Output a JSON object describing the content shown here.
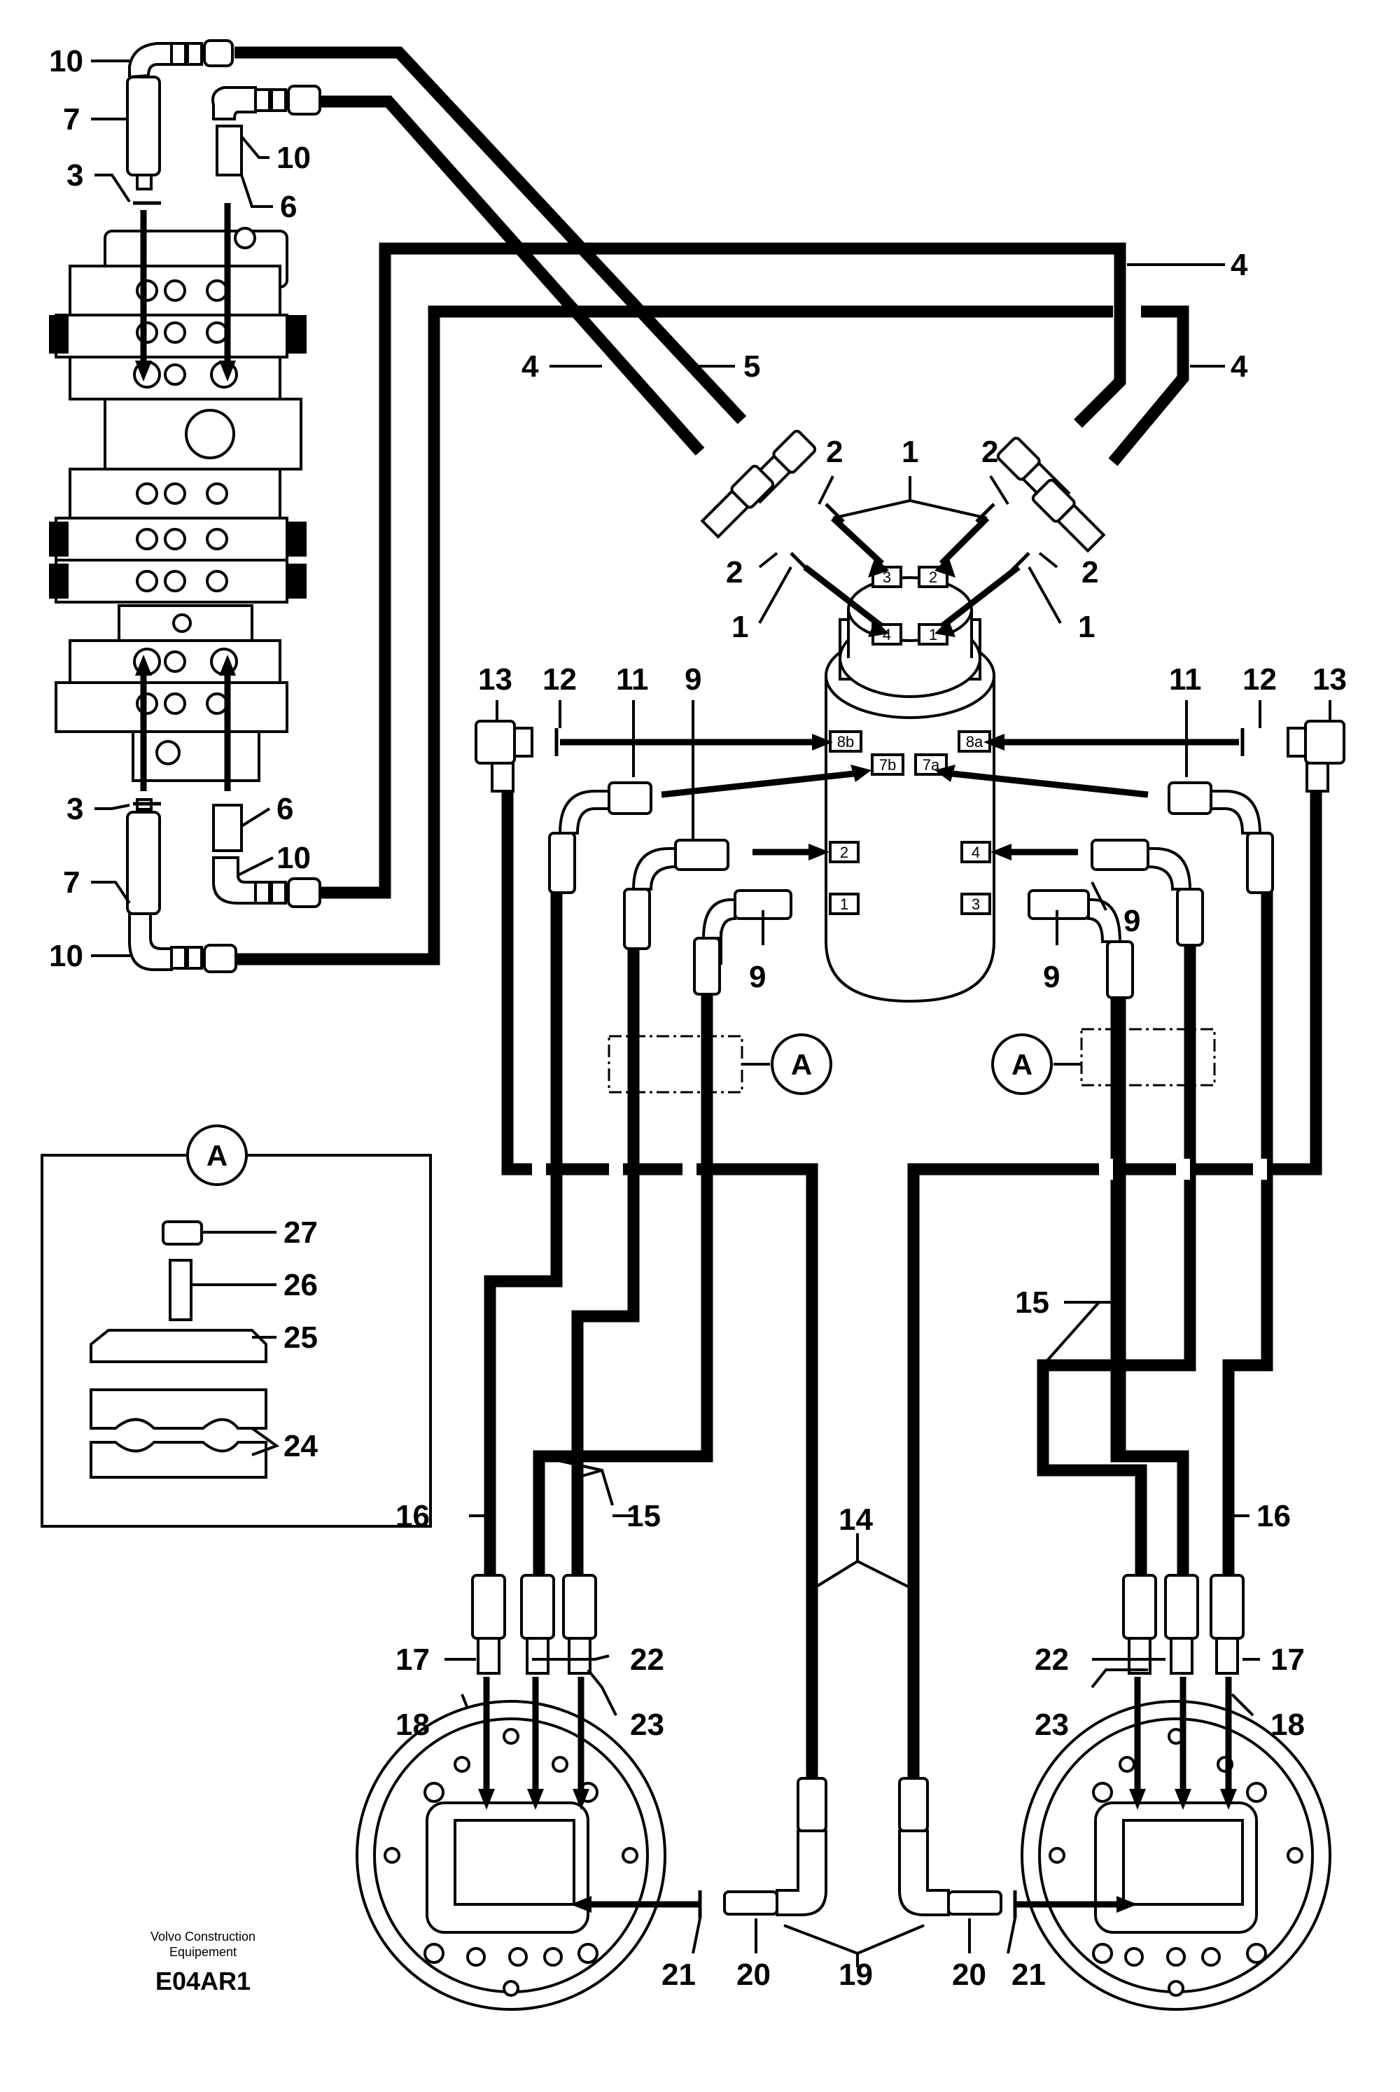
{
  "diagram": {
    "callouts": {
      "c10_a": "10",
      "c7_a": "7",
      "c3_a": "3",
      "c10_b": "10",
      "c6_a": "6",
      "c4_a": "4",
      "c5": "5",
      "c4_b": "4",
      "c4_c": "4",
      "c2_a": "2",
      "c1_a": "1",
      "c2_b": "2",
      "c2_c": "2",
      "c2_d": "2",
      "c1_b": "1",
      "c1_c": "1",
      "c13_a": "13",
      "c12_a": "12",
      "c11_a": "11",
      "c9_a": "9",
      "c11_b": "11",
      "c12_b": "12",
      "c13_b": "13",
      "c3_b": "3",
      "c6_b": "6",
      "c7_b": "7",
      "c10_c": "10",
      "c10_d": "10",
      "c9_b": "9",
      "c9_c": "9",
      "c9_d": "9",
      "c27": "27",
      "c26": "26",
      "c25": "25",
      "c24": "24",
      "c15_a": "15",
      "c15_b": "15",
      "c16_a": "16",
      "c16_b": "16",
      "c14": "14",
      "c17_a": "17",
      "c22_a": "22",
      "c18_a": "18",
      "c23_a": "23",
      "c22_b": "22",
      "c17_b": "17",
      "c23_b": "23",
      "c18_b": "18",
      "c21_a": "21",
      "c20_a": "20",
      "c19": "19",
      "c20_b": "20",
      "c21_b": "21"
    },
    "ports": {
      "p3": "3",
      "p2": "2",
      "p4": "4",
      "p1": "1",
      "p8b": "8b",
      "p8a": "8a",
      "p7b": "7b",
      "p7a": "7a",
      "p2b": "2",
      "p4b": "4",
      "p1b": "1",
      "p3b": "3"
    },
    "detail_markers": {
      "a_left": "A",
      "a_right": "A",
      "a_inset": "A"
    },
    "footer": {
      "manufacturer": "Volvo Construction Equipement",
      "code": "E04AR1"
    }
  }
}
